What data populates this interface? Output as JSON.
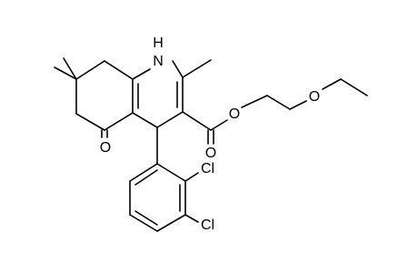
{
  "molecule": {
    "atom_labels": {
      "nh": "H",
      "n": "N",
      "o_ketone": "O",
      "o_carbonyl": "O",
      "o_ester": "O",
      "o_ether": "O",
      "cl_upper": "Cl",
      "cl_lower": "Cl"
    }
  }
}
